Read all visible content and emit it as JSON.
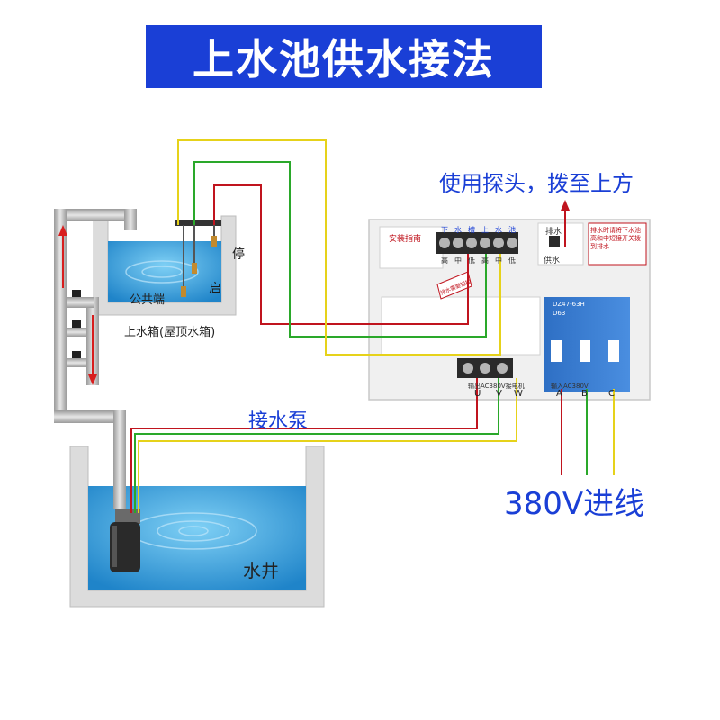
{
  "title": "上水池供水接法",
  "labels": {
    "probe_note": "使用探头，拨至上方",
    "pump_wiring": "接水泵",
    "power_in": "380V进线",
    "upper_tank": "上水箱(屋顶水箱)",
    "public_end": "公共端",
    "stop": "停",
    "start": "启",
    "well": "水井"
  },
  "panel": {
    "install_guide": "安装指南",
    "terminal_top_labels": [
      "下",
      "水",
      "槽",
      "上",
      "水",
      "池"
    ],
    "terminal_bottom_labels": [
      "高",
      "中",
      "低",
      "高",
      "中",
      "低"
    ],
    "switch_label": "排水",
    "switch_label_2": "供水",
    "right_note": "排水时请将下水池高和中短接开关拨到排水",
    "breaker_model": "DZ47-63H",
    "breaker_rating": "D63",
    "output_label": "输出AC380V接电机",
    "output_terminals": [
      "U",
      "V",
      "W"
    ],
    "input_label": "输入AC380V",
    "input_terminals": [
      "A",
      "B",
      "C"
    ],
    "tag_text": "排水需要短接"
  },
  "colors": {
    "title_bg": "#1a3fd6",
    "wire_red": "#c0141e",
    "wire_green": "#2aa82a",
    "wire_yellow": "#e6d21a",
    "water": "#3aa0e0",
    "arrow_red": "#d81e1e"
  }
}
